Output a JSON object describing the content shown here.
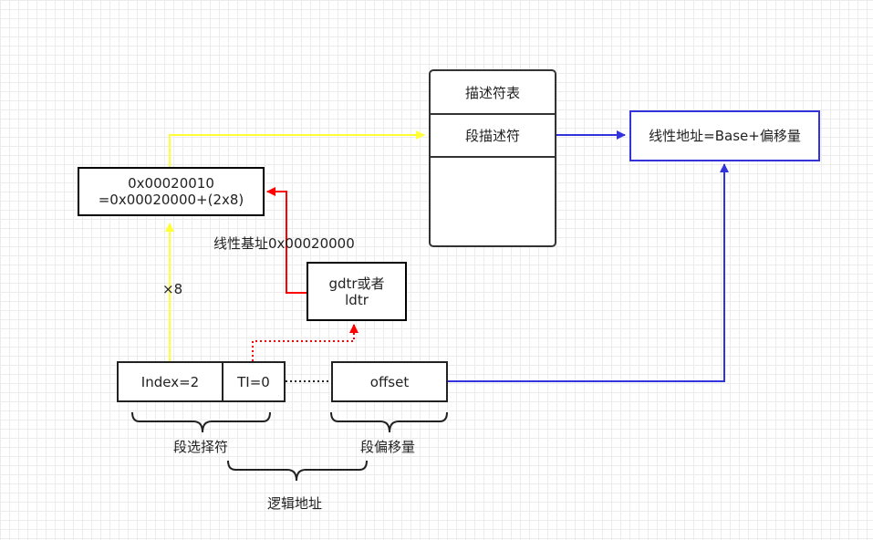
{
  "descriptor_table": {
    "title": "描述符表",
    "entry": "段描述符"
  },
  "linear_address": "线性地址=Base+偏移量",
  "address_calc": {
    "line1": "0x00020010",
    "line2": "=0x00020000+(2x8)"
  },
  "register": {
    "line1": "gdtr或者",
    "line2": "ldtr"
  },
  "selector": {
    "index": "Index=2",
    "ti": "TI=0"
  },
  "offset": "offset",
  "labels": {
    "base": "线性基址0x00020000",
    "times8": "×8",
    "selector_brace": "段选择符",
    "offset_brace": "段偏移量",
    "logical_brace": "逻辑地址"
  },
  "colors": {
    "yellow": "#ffff33",
    "red": "#ff0000",
    "blue": "#3333dd",
    "black": "#000000"
  }
}
